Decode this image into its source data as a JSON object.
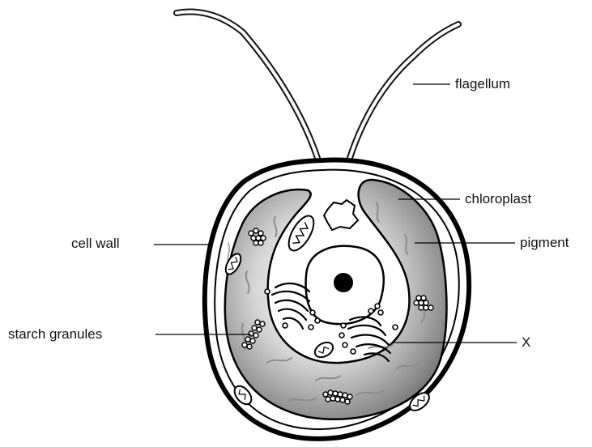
{
  "labels": {
    "flagellum": "flagellum",
    "chloroplast": "chloroplast",
    "cell_wall": "cell wall",
    "pigment": "pigment",
    "starch_granules": "starch granules",
    "x": "X"
  }
}
